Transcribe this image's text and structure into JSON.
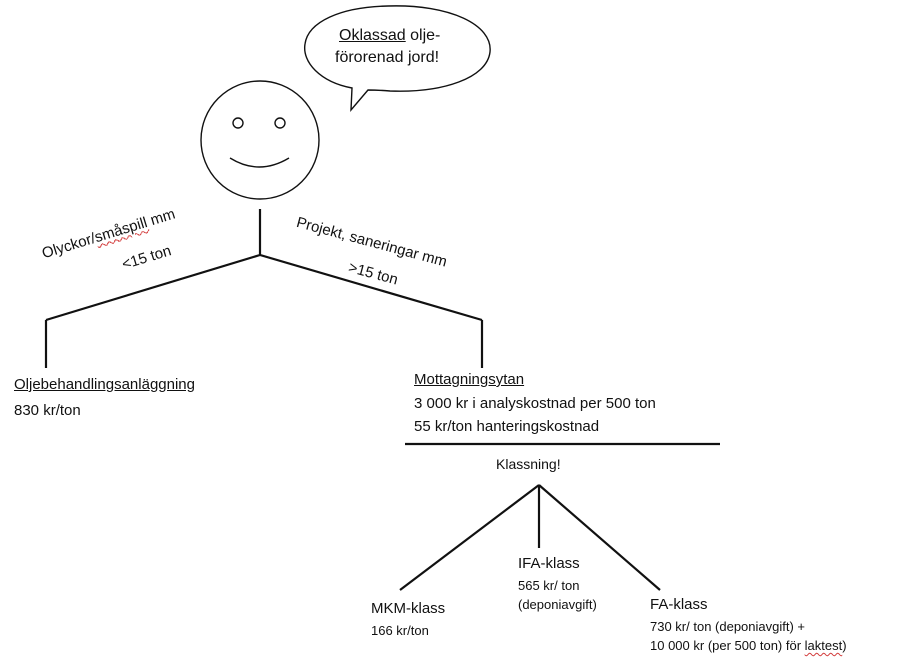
{
  "speech": {
    "word_underlined": "Oklassad",
    "rest_line1": " olje-",
    "line2": "förorenad jord!"
  },
  "left_branch": {
    "label_line1_prefix": "Olyckor/",
    "label_line1_misspelled": "småspill",
    "label_line1_suffix": " mm",
    "label_line2": "<15 ton",
    "title": "Oljebehandlingsanläggning",
    "cost": "830 kr/ton"
  },
  "right_branch": {
    "label_line1": "Projekt, saneringar mm",
    "label_line2": ">15 ton",
    "title": "Mottagningsytan",
    "cost_line1": "3 000 kr i analyskostnad per 500 ton",
    "cost_line2": "55 kr/ton hanteringskostnad",
    "classification": "Klassning!"
  },
  "classes": {
    "mkm": {
      "title": "MKM-klass",
      "cost": "166 kr/ton"
    },
    "ifa": {
      "title": "IFA-klass",
      "cost_line1": "565 kr/ ton",
      "cost_line2": "(deponiavgift)"
    },
    "fa": {
      "title": "FA-klass",
      "cost_line1": "730 kr/ ton (deponiavgift) +",
      "cost_line2_prefix": "10 000 kr (per 500 ton) för ",
      "cost_line2_misspelled": "laktest",
      "cost_line2_suffix": ")"
    }
  }
}
